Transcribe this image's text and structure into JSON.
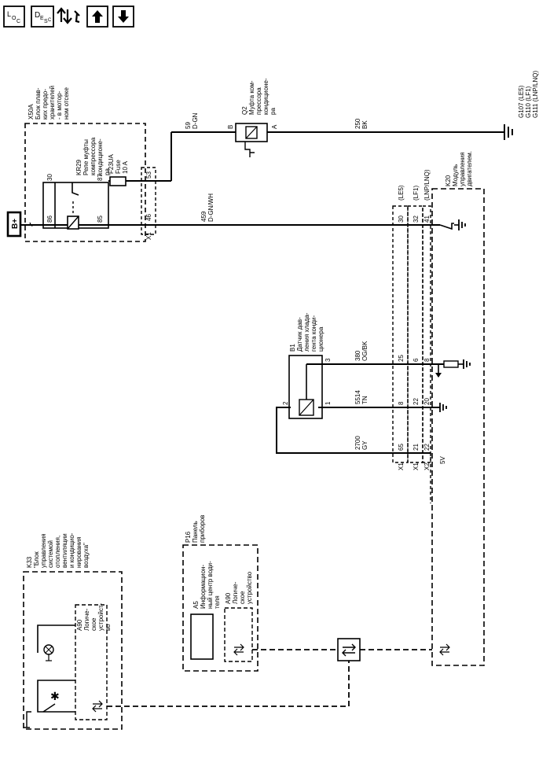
{
  "toolbar": {
    "loc_top": "L",
    "loc_mid": "O",
    "loc_bot": "C",
    "desc_top": "D",
    "desc_mid": "E",
    "desc_s": "S",
    "desc_c": "C"
  },
  "components": {
    "x50a_ref": "X50A",
    "x50a_lines": [
      "Блок плав-",
      "ких предо-",
      "хранителей",
      "- в мотор-",
      "ном отсеке"
    ],
    "kr29_ref": "KR29",
    "kr29_lines": [
      "Реле муфты",
      "компрессора",
      "кондиционе-",
      "ра"
    ],
    "fuse_ref": "F23UA",
    "fuse_lines": [
      "Fuse",
      "10 A"
    ],
    "q2_ref": "Q2",
    "q2_lines": [
      "Муфта ком-",
      "прессора",
      "кондиционе-",
      "ра"
    ],
    "k20_ref": "K20",
    "k20_lines": [
      "Модуль",
      "управления",
      "двигателем."
    ],
    "b1_ref": "B1",
    "b1_lines": [
      "Датчик дав-",
      "ления хлада-",
      "гента конди-",
      "ционера"
    ],
    "k33_ref": "K33",
    "k33_lines": [
      "\"Блок",
      "управления",
      "системой",
      "отопления,",
      "вентиляции",
      "и кондицио-",
      "нирования",
      "воздуха\""
    ],
    "p16_ref": "P16",
    "p16_lines": [
      "Панель",
      "приборов"
    ],
    "a5_ref": "A5",
    "a5_lines": [
      "Информацион-",
      "ный центр води-",
      "теля"
    ],
    "a90_p16_ref": "A90",
    "a90_p16_lines": [
      "Логиче-",
      "ское",
      "устройство"
    ],
    "a90_k33_ref": "A90",
    "a90_k33_lines": [
      "Логиче-",
      "ское",
      "устройст-",
      "во"
    ],
    "battery": "B+",
    "ground_refs": [
      "G107 (LE5)",
      "G110 (LF1)",
      "G111 (LNP/LNQ)"
    ]
  },
  "wires": {
    "w59_num": "59",
    "w59_color": "D-GN",
    "w250_num": "250",
    "w250_color": "BK",
    "w459_num": "459",
    "w459_color": "D-GN/WH",
    "w380_num": "380",
    "w380_color": "OG/BK",
    "w5514_num": "5514",
    "w5514_color": "TN",
    "w2700_num": "2700",
    "w2700_color": "GY"
  },
  "pins": {
    "kr29_30": "30",
    "kr29_86": "86",
    "kr29_87": "87",
    "kr29_85": "85",
    "x1_53": "53",
    "x1_46": "46",
    "x1_label": "X1",
    "q2_b": "B",
    "q2_a": "A",
    "b1_2": "2",
    "b1_3": "3",
    "b1_1": "1",
    "le5": "(LE5)",
    "lf1": "(LF1)",
    "lnp": "(LNP/LNQ)",
    "c1_30": "30",
    "c1_25": "25",
    "c1_8": "8",
    "c1_65": "65",
    "c2_32": "32",
    "c2_6": "6",
    "c2_22": "22",
    "c2_21": "21",
    "c3_41": "41",
    "c3_8": "8",
    "c3_20": "20",
    "c3_22": "22",
    "conn_x1a": "X1",
    "conn_x1b": "X1",
    "conn_x2": "X2",
    "v5": "5V"
  }
}
